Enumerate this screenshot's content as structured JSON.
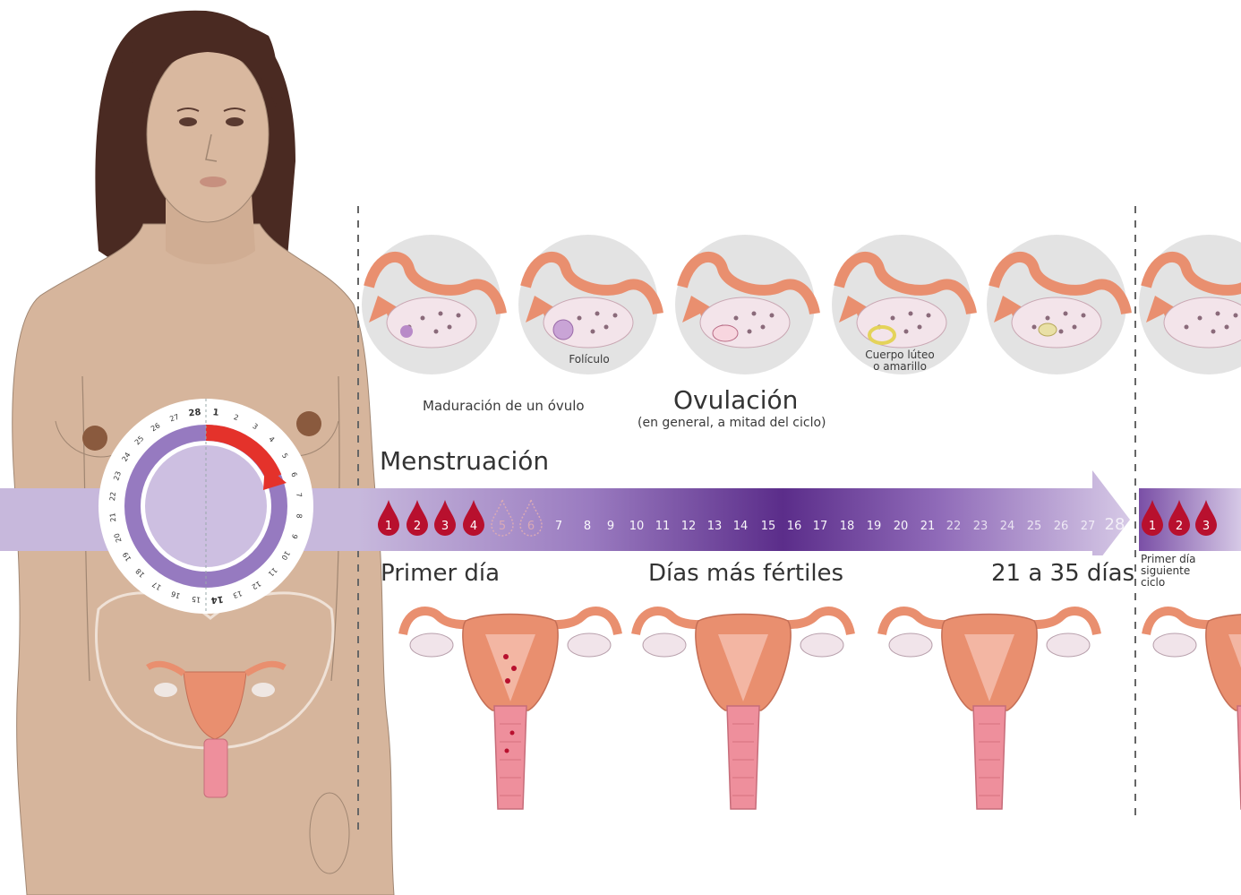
{
  "labels": {
    "maturation": "Maduración de un óvulo",
    "follicle": "Folículo",
    "corpus_line1": "Cuerpo lúteo",
    "corpus_line2": "o amarillo",
    "ovulation": "Ovulación",
    "ovulation_sub": "(en general, a mitad del ciclo)",
    "menstruation": "Menstruación",
    "first_day": "Primer día",
    "fertile_days": "Días más fértiles",
    "cycle_length": "21 a 35 días",
    "next_cycle_line1": "Primer día",
    "next_cycle_line2": "siguiente",
    "next_cycle_line3": "ciclo"
  },
  "timeline_days": [
    "1",
    "2",
    "3",
    "4",
    "5",
    "6",
    "7",
    "8",
    "9",
    "10",
    "11",
    "12",
    "13",
    "14",
    "15",
    "16",
    "17",
    "18",
    "19",
    "20",
    "21",
    "22",
    "23",
    "24",
    "25",
    "26",
    "27",
    "28"
  ],
  "next_cycle_days": [
    "1",
    "2",
    "3"
  ],
  "cycle_wheel_days": [
    "1",
    "2",
    "3",
    "4",
    "5",
    "6",
    "7",
    "8",
    "9",
    "10",
    "11",
    "12",
    "13",
    "14",
    "15",
    "16",
    "17",
    "18",
    "19",
    "20",
    "21",
    "22",
    "23",
    "24",
    "25",
    "26",
    "27",
    "28"
  ],
  "colors": {
    "skin": "#d6b59c",
    "hair": "#4a2a22",
    "band_dark": "#5b2d8a",
    "band_light": "#c7b8dc",
    "blood": "#b8102e",
    "arrow_red": "#e4322b",
    "uterus": "#e98f6f",
    "uterus_inner": "#f3b6a3",
    "vagina": "#ee8f9c",
    "circle_bg": "#e3e3e3"
  }
}
